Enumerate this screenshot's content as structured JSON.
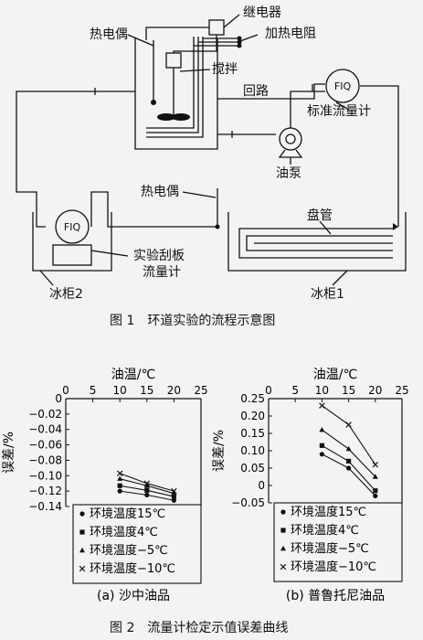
{
  "figure1": {
    "labels": {
      "thermocouple_top": "热电偶",
      "relay": "继电器",
      "heating_resistor": "加热电阻",
      "stirrer": "搅拌",
      "loop": "回路",
      "fiq_top": "FIQ",
      "standard_flowmeter": "标准流量计",
      "oil_pump": "油泵",
      "thermocouple_mid": "热电偶",
      "coil": "盘管",
      "fiq_left": "FIQ",
      "scraper_flowmeter_l1": "实验刮板",
      "scraper_flowmeter_l2": "流量计",
      "freezer2": "冰柜2",
      "freezer1": "冰柜1"
    },
    "caption": "图 1　环道实验的流程示意图"
  },
  "figure2": {
    "caption": "图 2　流量计检定示值误差曲线"
  },
  "chart_data": [
    {
      "type": "line",
      "title": "(a) 沙中油品",
      "xlabel": "油温/℃",
      "ylabel": "误差/%",
      "x_ticks": [
        "0",
        "5",
        "10",
        "15",
        "20",
        "25"
      ],
      "y_ticks": [
        "0",
        "−0.02",
        "−0.04",
        "−0.06",
        "−0.08",
        "−0.10",
        "−0.12",
        "−0.14"
      ],
      "xlim": [
        0,
        25
      ],
      "ylim": [
        -0.14,
        0
      ],
      "x_axis_position": "top",
      "series": [
        {
          "name": "环境温度15℃",
          "marker": "circle",
          "x": [
            10,
            15,
            20
          ],
          "values": [
            -0.12,
            -0.125,
            -0.132
          ]
        },
        {
          "name": "环境温度4℃",
          "marker": "square",
          "x": [
            10,
            15,
            20
          ],
          "values": [
            -0.113,
            -0.119,
            -0.127
          ]
        },
        {
          "name": "环境温度−5℃",
          "marker": "triangle",
          "x": [
            10,
            15,
            20
          ],
          "values": [
            -0.104,
            -0.113,
            -0.123
          ]
        },
        {
          "name": "环境温度−10℃",
          "marker": "cross",
          "x": [
            10,
            15,
            20
          ],
          "values": [
            -0.097,
            -0.11,
            -0.12
          ]
        }
      ]
    },
    {
      "type": "line",
      "title": "(b) 普鲁托尼油品",
      "xlabel": "油温/℃",
      "ylabel": "误差/%",
      "x_ticks": [
        "0",
        "5",
        "10",
        "15",
        "20",
        "25"
      ],
      "y_ticks": [
        "0.25",
        "0.20",
        "0.15",
        "0.10",
        "0.05",
        "0",
        "−0.05"
      ],
      "xlim": [
        0,
        25
      ],
      "ylim": [
        -0.05,
        0.25
      ],
      "x_axis_position": "top",
      "series": [
        {
          "name": "环境温度15℃",
          "marker": "circle",
          "x": [
            10,
            15,
            20
          ],
          "values": [
            0.09,
            0.05,
            -0.03
          ]
        },
        {
          "name": "环境温度4℃",
          "marker": "square",
          "x": [
            10,
            15,
            20
          ],
          "values": [
            0.115,
            0.07,
            -0.015
          ]
        },
        {
          "name": "环境温度−5℃",
          "marker": "triangle",
          "x": [
            10,
            15,
            20
          ],
          "values": [
            0.16,
            0.105,
            0.025
          ]
        },
        {
          "name": "环境温度−10℃",
          "marker": "cross",
          "x": [
            10,
            15,
            20
          ],
          "values": [
            0.23,
            0.175,
            0.06
          ]
        }
      ]
    }
  ]
}
